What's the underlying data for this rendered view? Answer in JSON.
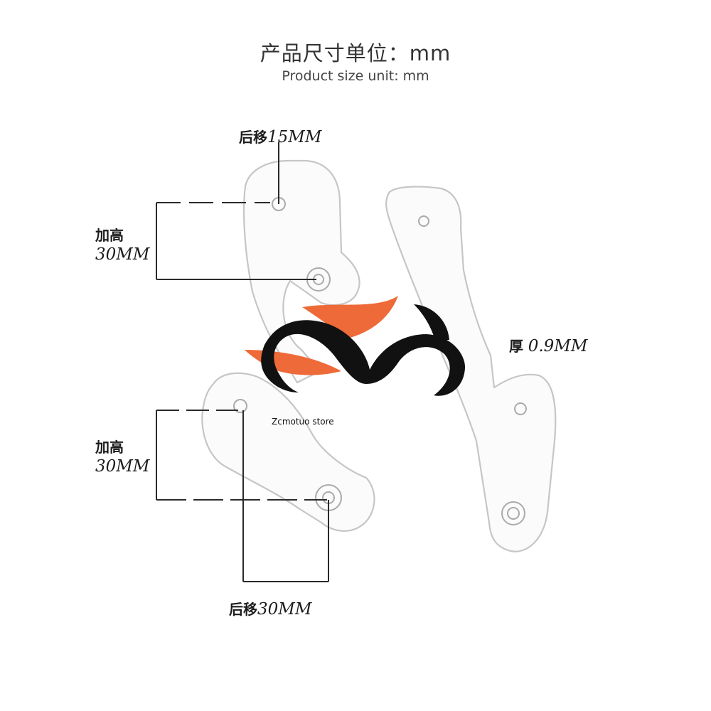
{
  "header": {
    "title_cn": "产品尺寸单位：mm",
    "title_en": "Product size unit: mm"
  },
  "labels": {
    "top_offset": {
      "cn": "后移",
      "value": "15MM"
    },
    "height_upper": {
      "cn": "加高",
      "value": "30MM"
    },
    "height_lower": {
      "cn": "加高",
      "value": "30MM"
    },
    "bottom_offset": {
      "cn": "后移",
      "value": "30MM"
    },
    "thickness": {
      "cn": "厚",
      "value": "0.9MM"
    }
  },
  "watermark": {
    "store_name": "Zcmotuo store",
    "colors": {
      "orange": "#ee6a38",
      "black": "#111111"
    }
  },
  "colors": {
    "outline": "#c9c9c9",
    "dimension_line": "#2a2a2a"
  }
}
